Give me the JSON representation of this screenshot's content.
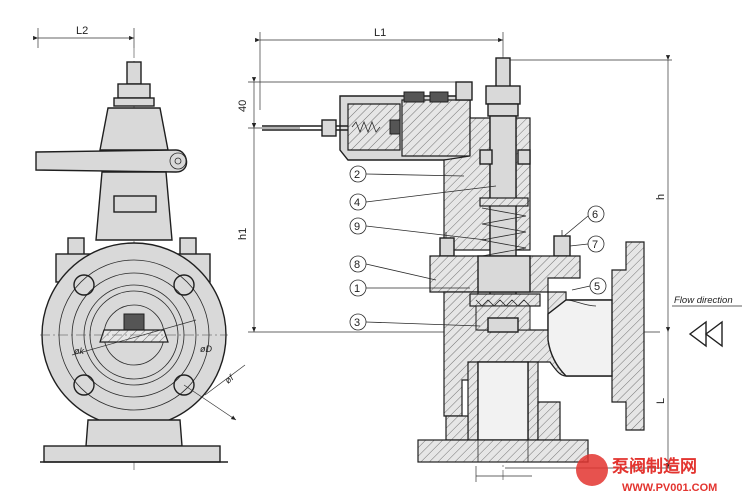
{
  "dimensions": {
    "L1": "L1",
    "L2": "L2",
    "h": "h",
    "h1": "h1",
    "L": "L",
    "top_40": "40",
    "dK": "øk",
    "dD": "øD",
    "df": "øf"
  },
  "flow": {
    "label": "Flow direction"
  },
  "callouts": [
    "2",
    "4",
    "9",
    "8",
    "1",
    "3",
    "6",
    "7",
    "5"
  ],
  "watermark": {
    "title": "泵阀制造网",
    "url": "WWW.PV001.COM"
  },
  "colors": {
    "line": "#1f1f1f",
    "body_fill": "#d9d9d9",
    "watermark": "#e3342f"
  }
}
